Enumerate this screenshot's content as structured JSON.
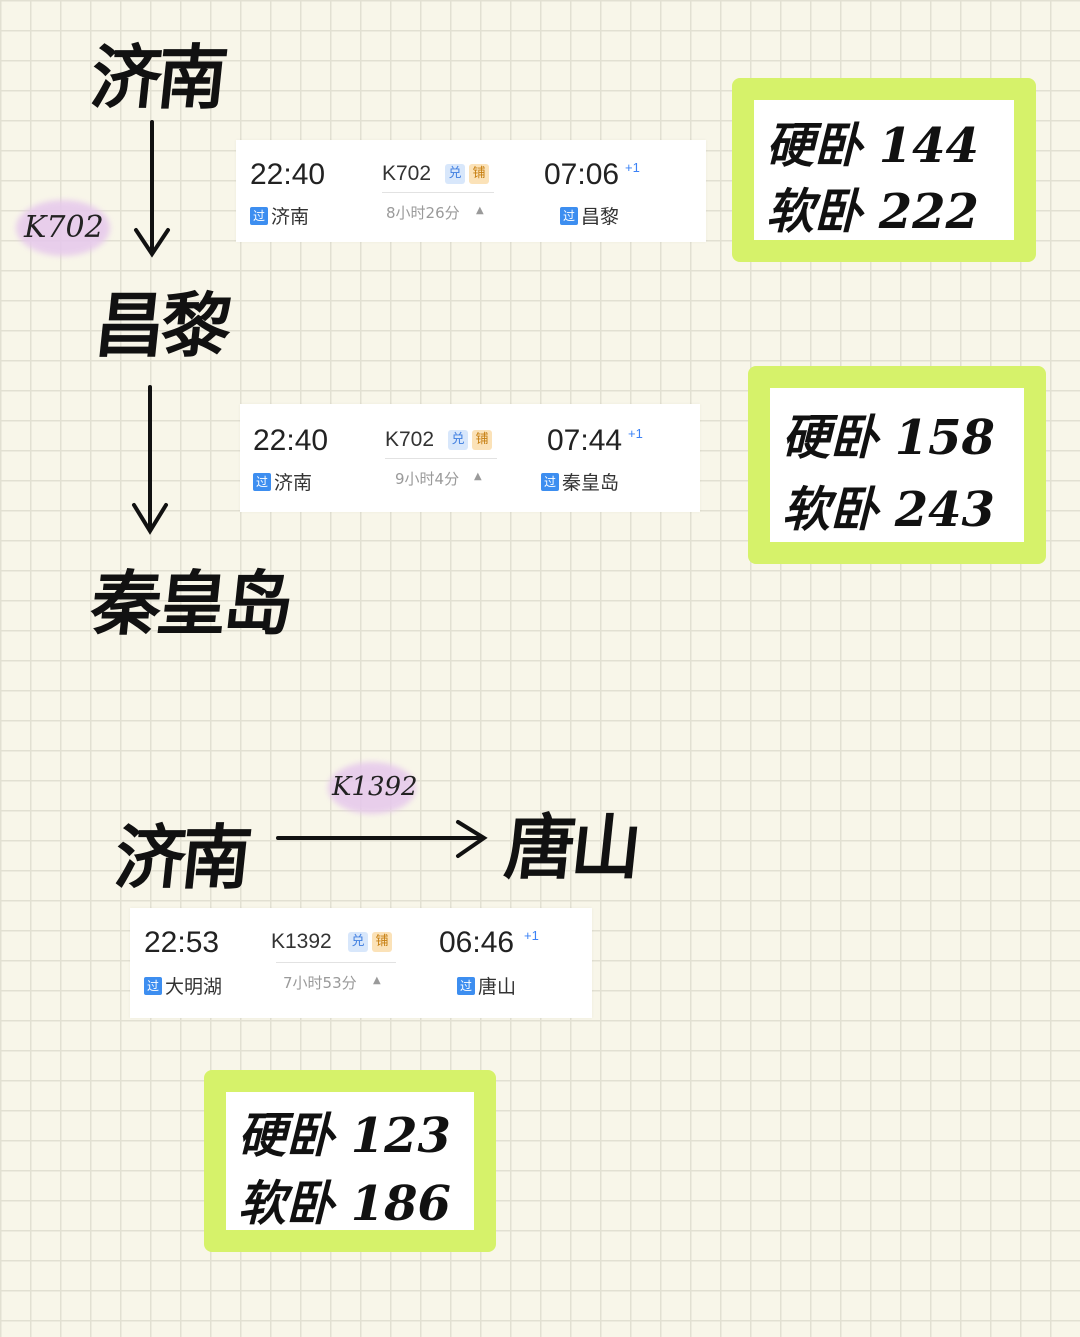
{
  "route1": {
    "from_city": "济南",
    "via_city": "昌黎",
    "to_city": "秦皇岛",
    "train_tag": "K702",
    "card1": {
      "depart_time": "22:40",
      "train_no": "K702",
      "badge_dui": "兑",
      "badge_pu": "铺",
      "duration": "8小时26分",
      "arrive_time": "07:06",
      "plus_day": "+1",
      "pass_icon": "过",
      "from_station": "济南",
      "to_station": "昌黎"
    },
    "prices1": {
      "hard_sleeper": "硬卧 144",
      "soft_sleeper": "软卧 222"
    },
    "card2": {
      "depart_time": "22:40",
      "train_no": "K702",
      "badge_dui": "兑",
      "badge_pu": "铺",
      "duration": "9小时4分",
      "arrive_time": "07:44",
      "plus_day": "+1",
      "pass_icon": "过",
      "from_station": "济南",
      "to_station": "秦皇岛"
    },
    "prices2": {
      "hard_sleeper": "硬卧 158",
      "soft_sleeper": "软卧 243"
    }
  },
  "route2": {
    "from_city": "济南",
    "to_city": "唐山",
    "train_tag": "K1392",
    "card": {
      "depart_time": "22:53",
      "train_no": "K1392",
      "badge_dui": "兑",
      "badge_pu": "铺",
      "duration": "7小时53分",
      "arrive_time": "06:46",
      "plus_day": "+1",
      "pass_icon": "过",
      "from_station": "大明湖",
      "to_station": "唐山"
    },
    "prices": {
      "hard_sleeper": "硬卧 123",
      "soft_sleeper": "软卧 186"
    }
  },
  "colors": {
    "highlight": "#d6f26a",
    "tag_blob": "#e6c8ec",
    "station_icon": "#3d8ef0"
  },
  "icons": [
    "down-arrow-icon",
    "right-arrow-icon",
    "caret-up-icon"
  ]
}
